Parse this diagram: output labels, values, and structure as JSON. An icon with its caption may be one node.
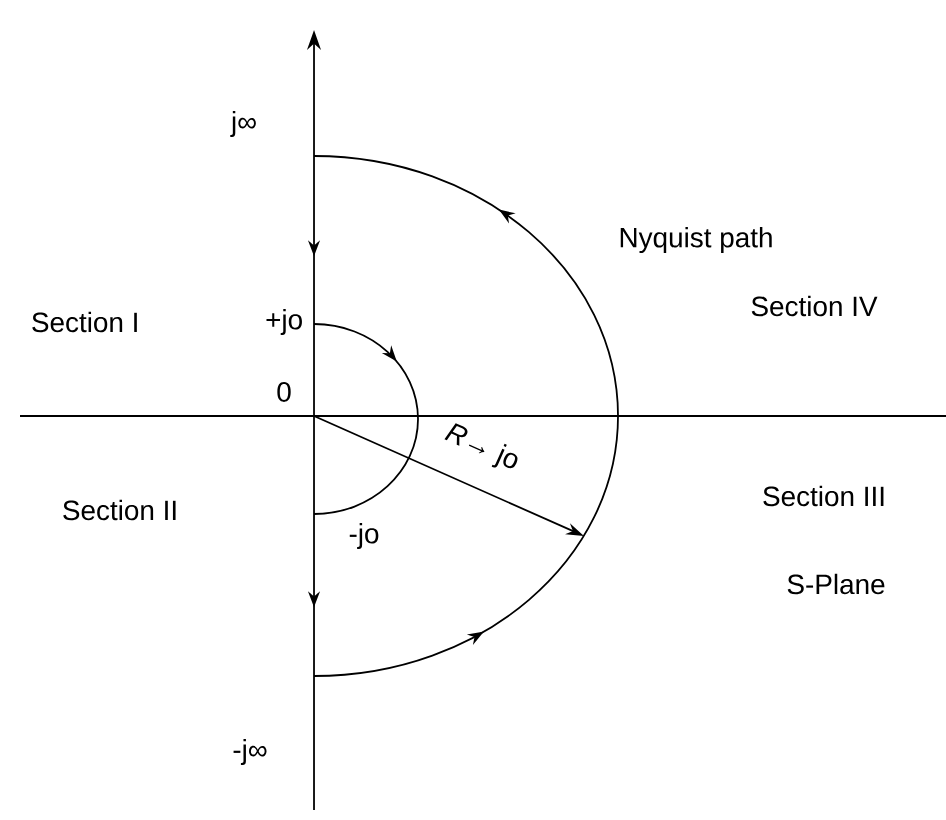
{
  "diagram": {
    "labels": [
      "j∞",
      "Nyquist path",
      "Section IV",
      "Section I",
      "+jo",
      "0",
      "*R*→ jo",
      "Section II",
      "-jo",
      "Section III",
      "S-Plane",
      "-j∞"
    ]
  }
}
